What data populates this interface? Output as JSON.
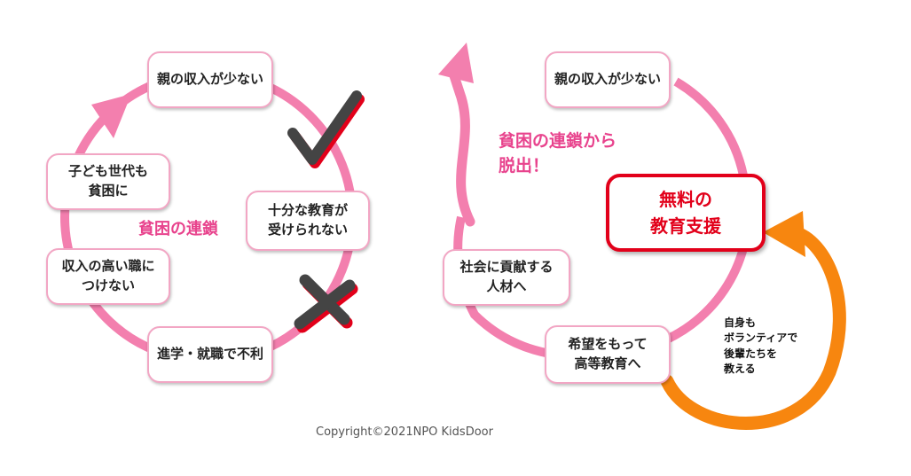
{
  "left": {
    "center_label": "貧困の連鎖",
    "boxes": {
      "parent_income": "親の収入が少ない",
      "insufficient_education": "十分な教育が\n受けられない",
      "disadvantage": "進学・就職で不利",
      "low_paying_job": "収入の高い職に\nつけない",
      "next_generation": "子ども世代も\n貧困に"
    }
  },
  "right": {
    "escape_label": "貧困の連鎖から\n脱出！",
    "highlight": "無料の\n教育支援",
    "volunteer_note": "自身も\nボランティアで\n後輩たちを\n教える",
    "boxes": {
      "parent_income": "親の収入が少ない",
      "higher_education": "希望をもって\n高等教育へ",
      "contribute": "社会に貢献する\n人材へ"
    }
  },
  "copyright": "Copyright©2021NPO KidsDoor",
  "colors": {
    "pink": "#f37fae",
    "orange": "#f7860f",
    "red": "#e2001a",
    "label_pink": "#e8438d"
  }
}
